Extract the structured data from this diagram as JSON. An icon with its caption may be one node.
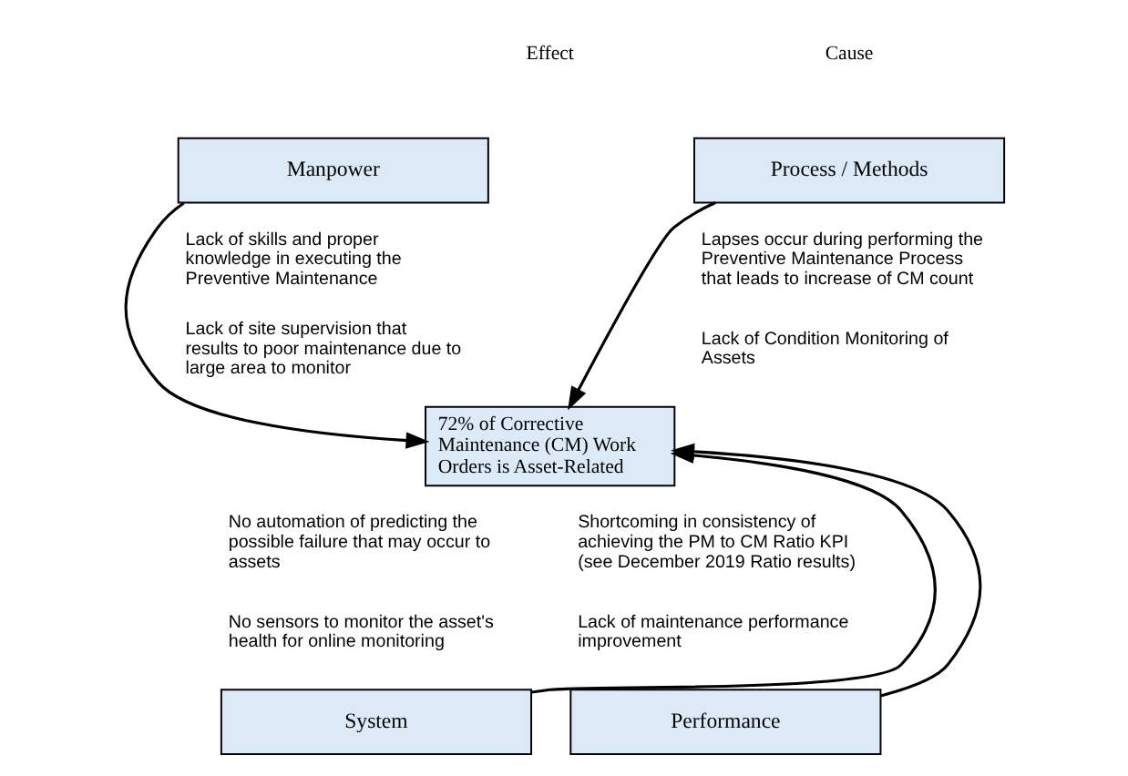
{
  "diagram": {
    "nodes": [
      {
        "text": [
          "Process / Methods"
        ]
      },
      {
        "text": [
          "Manpower"
        ]
      },
      {
        "text": [
          "72% of Corrective Maintenance (CM) Work Orders is Asset-Related"
        ]
      },
      {
        "text": [
          "System"
        ]
      },
      {
        "text": [
          "Performance"
        ]
      }
    ],
    "edges": [
      {
        "from": 0,
        "to": 2,
        "arrow": "to"
      },
      {
        "from": 1,
        "to": 2,
        "arrow": "to"
      },
      {
        "from": 3,
        "to": 2,
        "arrow": "to"
      },
      {
        "from": 4,
        "to": 2,
        "arrow": "to"
      }
    ],
    "labels": [
      "Cause",
      "Effect",
      "Lapses occur during performing the Preventive Maintenance Process that leads to increase of CM count",
      "Lack of skills and proper knowledge in executing the Preventive Maintenance",
      "Lack of Condition Monitoring of Assets",
      "Lack of site supervision that results to poor maintenance due to large area to monitor",
      "No automation of predicting the possible failure that may occur to assets",
      "Shortcoming in consistency of achieving the PM to CM Ratio KPI (see December 2019 Ratio results)",
      "No sensors to monitor the asset's health for online monitoring",
      "Lack of maintenance performance improvement"
    ]
  }
}
